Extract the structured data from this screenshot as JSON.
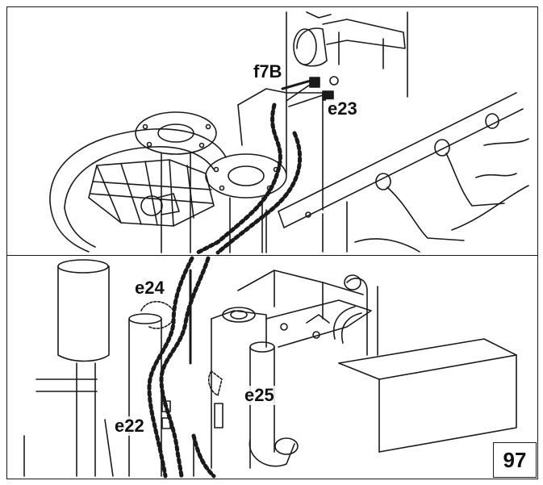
{
  "labels": {
    "f7b": "f7B",
    "e23": "e23",
    "e24": "e24",
    "e22": "e22",
    "e25": "e25"
  },
  "page_number": "97",
  "colors": {
    "line": "#1a1a1a",
    "background": "#ffffff"
  }
}
